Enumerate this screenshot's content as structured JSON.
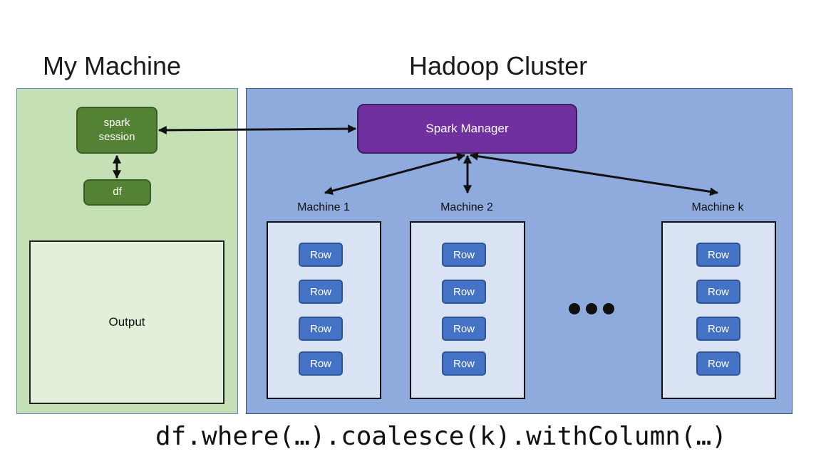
{
  "titles": {
    "my_machine": "My Machine",
    "hadoop_cluster": "Hadoop Cluster"
  },
  "local": {
    "spark_session_line1": "spark",
    "spark_session_line2": "session",
    "df": "df",
    "output": "Output"
  },
  "cluster": {
    "manager": "Spark Manager",
    "machines": [
      {
        "label": "Machine 1",
        "rows": [
          "Row",
          "Row",
          "Row",
          "Row"
        ]
      },
      {
        "label": "Machine 2",
        "rows": [
          "Row",
          "Row",
          "Row",
          "Row"
        ]
      },
      {
        "label": "Machine k",
        "rows": [
          "Row",
          "Row",
          "Row",
          "Row"
        ]
      }
    ]
  },
  "code": "df.where(…).coalesce(k).withColumn(…)",
  "colors": {
    "local_panel": "#c5e0b4",
    "cluster_panel": "#8faadc",
    "green_node": "#548235",
    "manager": "#7030a0",
    "row": "#4472c4",
    "machine_fill": "#dae3f3",
    "output_fill": "#e2efd9"
  }
}
